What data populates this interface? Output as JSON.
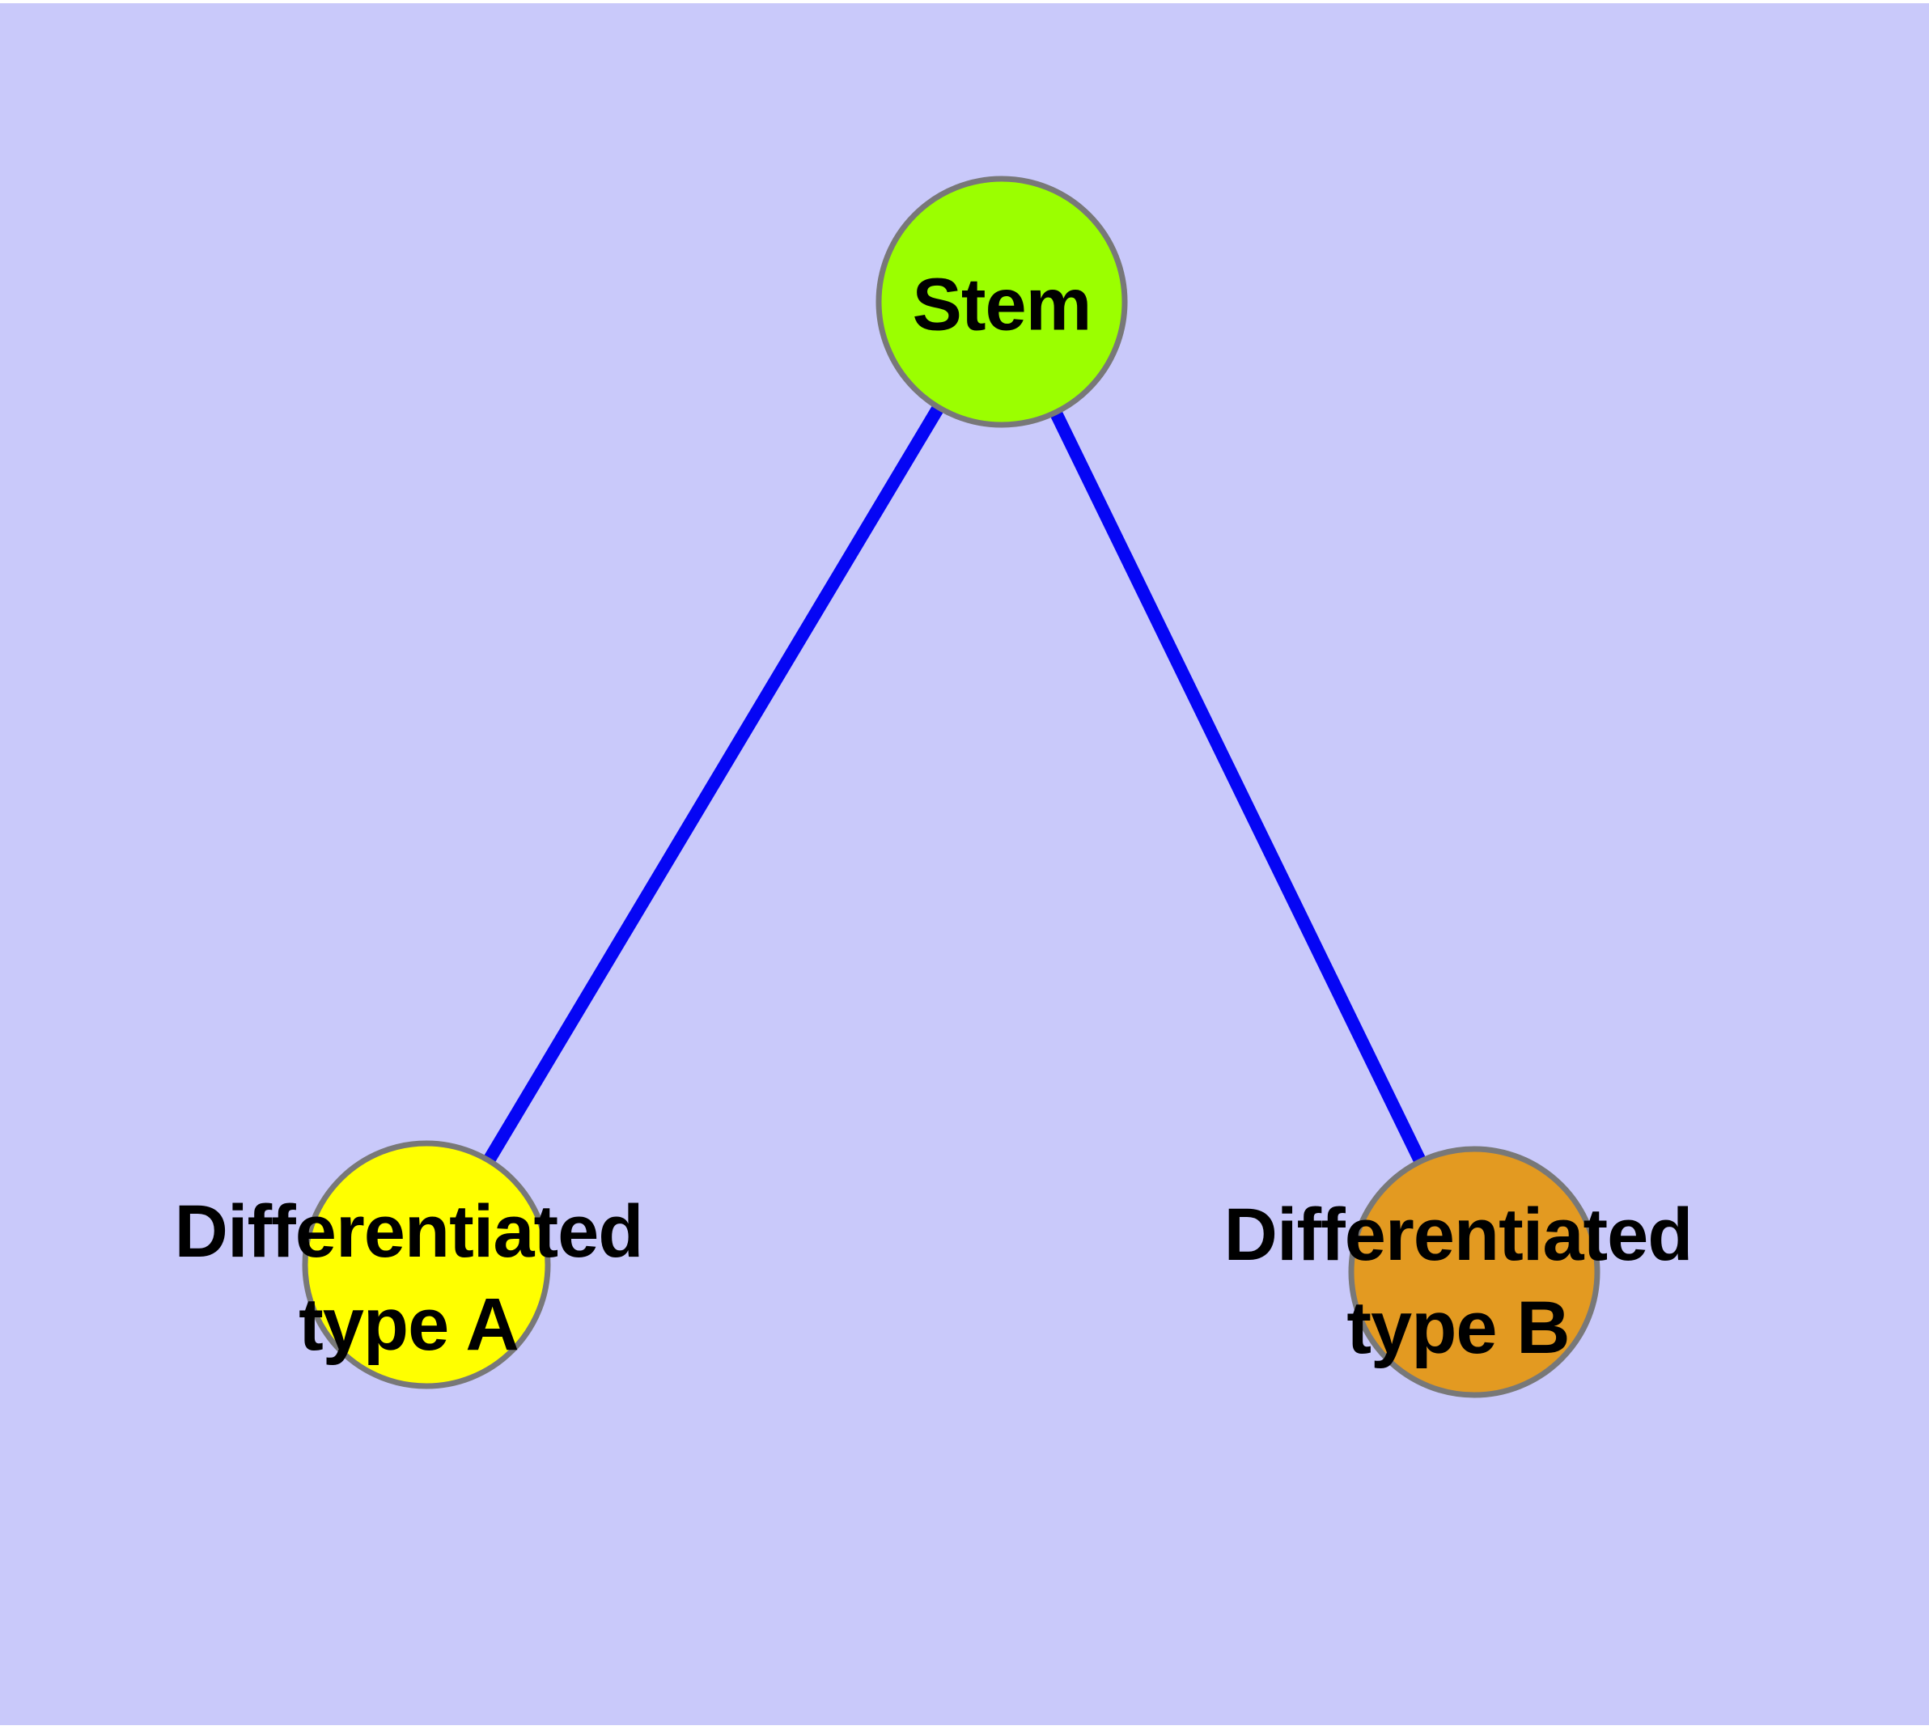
{
  "colors": {
    "page_margin": "#FFFFFF",
    "background": "#C9C9FA",
    "node_border": "#787878",
    "edge": "#0505F5",
    "text": "#000000",
    "stem_fill": "#9BFF00",
    "type_a_fill": "#FFFF00",
    "type_b_fill": "#E39A21"
  },
  "nodes": {
    "stem": {
      "label": "Stem"
    },
    "type_a": {
      "label_line1": "Differentiated",
      "label_line2": "type A"
    },
    "type_b": {
      "label_line1": "Differentiated",
      "label_line2": "type B"
    }
  },
  "edges": [
    {
      "from": "Stem",
      "to": "Differentiated type A"
    },
    {
      "from": "Stem",
      "to": "Differentiated type B"
    }
  ]
}
